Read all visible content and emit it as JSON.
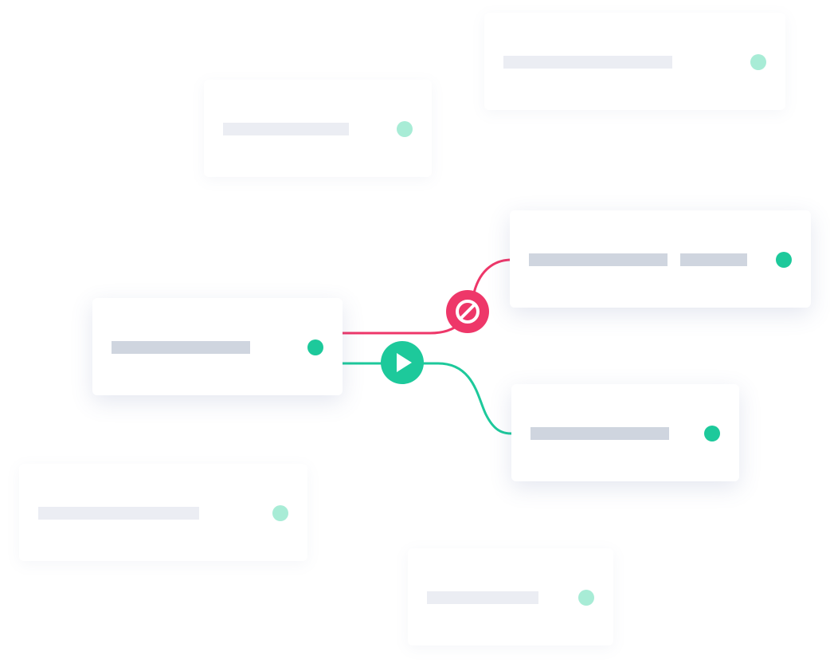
{
  "colors": {
    "block_path": "#ee3769",
    "continue_path": "#1dc99b",
    "active_dot": "#1dc99b",
    "faded_dot": "#a8ecd6",
    "active_bar": "#cfd5df",
    "faded_bar": "#ebedf3"
  },
  "nodes": [
    {
      "id": "source",
      "state": "active",
      "icon": "status-dot"
    },
    {
      "id": "blocked-target",
      "state": "active",
      "icon": "status-dot"
    },
    {
      "id": "allowed-target",
      "state": "active",
      "icon": "status-dot"
    },
    {
      "id": "background-top-left",
      "state": "faded",
      "icon": "status-dot"
    },
    {
      "id": "background-top-right",
      "state": "faded",
      "icon": "status-dot"
    },
    {
      "id": "background-bottom-left",
      "state": "faded",
      "icon": "status-dot"
    },
    {
      "id": "background-bottom-center",
      "state": "faded",
      "icon": "status-dot"
    }
  ],
  "connections": [
    {
      "from": "source",
      "to": "blocked-target",
      "state": "blocked",
      "icon": "block-icon"
    },
    {
      "from": "source",
      "to": "allowed-target",
      "state": "allowed",
      "icon": "play-icon"
    }
  ]
}
